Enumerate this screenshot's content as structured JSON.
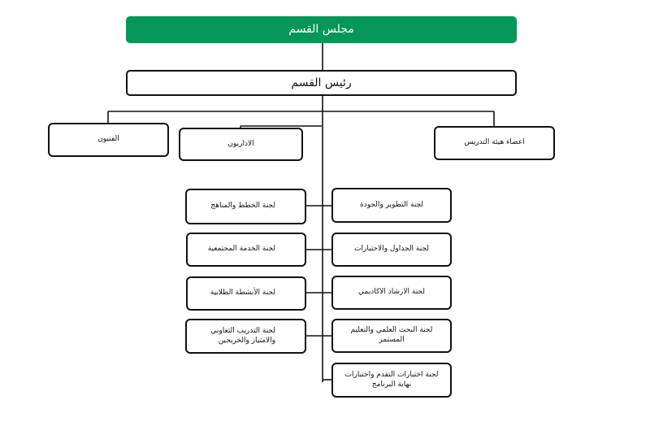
{
  "council": "مجلس القسم",
  "head": "رئيس القسم",
  "departments": {
    "technicians": "الفنيون",
    "administrators": "الاداريون",
    "faculty": "اعضاء هيئة التدريس"
  },
  "committees_right": [
    "لجنة التطوير والجودة",
    "لجنة الجداول والاختبارات",
    "لجنة الارشاد الاكاديمي",
    "لجنة البحث العلمي والتعليم المستمر",
    "لجنة اختبارات التقدم واختبارات نهاية البرنامج"
  ],
  "committees_left": [
    "لجنة الخطط والمناهج",
    "لجنة الخدمة المجتمعية",
    "لجنة الأنشطة الطلابية",
    "لجنة التدريب التعاوني والامتياز والخريجين"
  ],
  "colors": {
    "council_fill": "#07965a",
    "council_text": "#ffffff",
    "stroke": "#111111"
  }
}
